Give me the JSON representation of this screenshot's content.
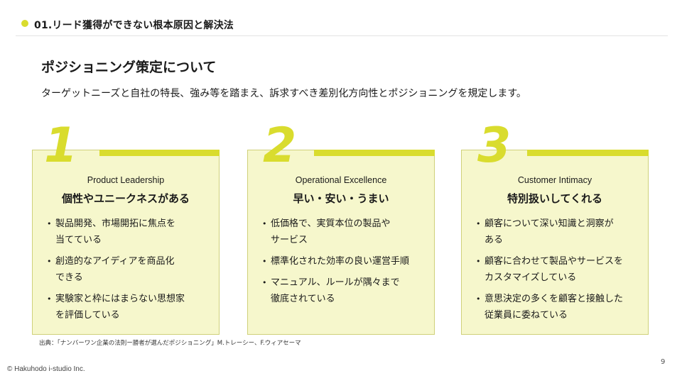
{
  "header": {
    "title": "01.リード獲得ができない根本原因と解決法",
    "accent_color": "#d9dc2e"
  },
  "main": {
    "title": "ポジショニング策定について",
    "lead": "ターゲットニーズと自社の特長、強み等を踏まえ、訴求すべき差別化方向性とポジショニングを規定します。"
  },
  "cards": [
    {
      "number": "1",
      "en_label": "Product Leadership",
      "jp_label": "個性やユニークネスがある",
      "bullets": [
        [
          "製品開発、市場開拓に焦点を",
          "当てている"
        ],
        [
          "創造的なアイディアを商品化",
          "できる"
        ],
        [
          "実験家と枠にはまらない思想家",
          "を評価している"
        ]
      ]
    },
    {
      "number": "2",
      "en_label": "Operational Excellence",
      "jp_label": "早い・安い・うまい",
      "bullets": [
        [
          "低価格で、実質本位の製品や",
          "サービス"
        ],
        [
          "標準化された効率の良い運営手順"
        ],
        [
          "マニュアル、ルールが隅々まで",
          "徹底されている"
        ]
      ]
    },
    {
      "number": "3",
      "en_label": "Customer Intimacy",
      "jp_label": "特別扱いしてくれる",
      "bullets": [
        [
          "顧客について深い知識と洞察が",
          "ある"
        ],
        [
          "顧客に合わせて製品やサービスを",
          "カスタマイズしている"
        ],
        [
          "意思決定の多くを顧客と接触した",
          "従業員に委ねている"
        ]
      ]
    }
  ],
  "source": "出典：「ナンバーワン企業の法則ー勝者が選んだポジショニング」M.トレーシー、F.ウィアセーマ",
  "page_number": "9",
  "copyright": "© Hakuhodo i-studio Inc."
}
